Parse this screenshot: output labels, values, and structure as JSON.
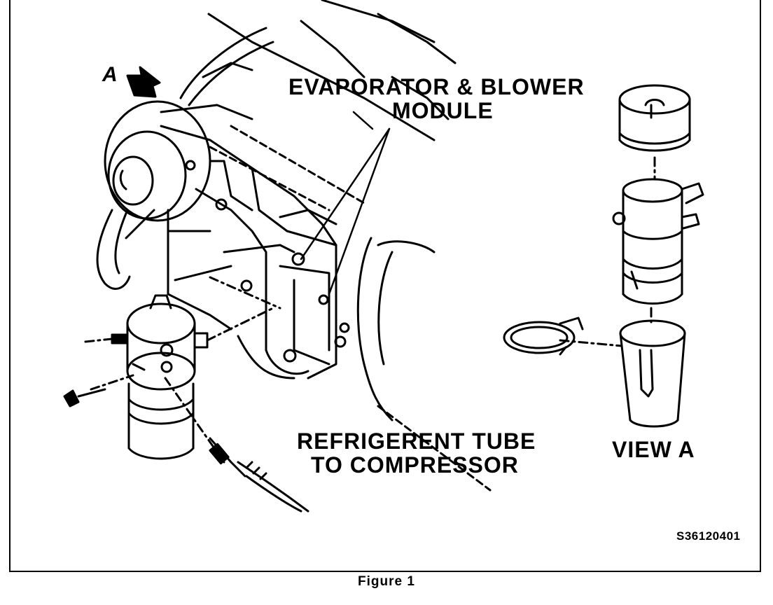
{
  "labels": {
    "evaporator_line1": "EVAPORATOR & BLOWER",
    "evaporator_line2": "MODULE",
    "refrigerant_line1": "REFRIGERENT TUBE",
    "refrigerant_line2": "TO COMPRESSOR",
    "view_a": "VIEW A",
    "view_marker": "A"
  },
  "figure_code": "S36120401",
  "caption": "Figure 1"
}
